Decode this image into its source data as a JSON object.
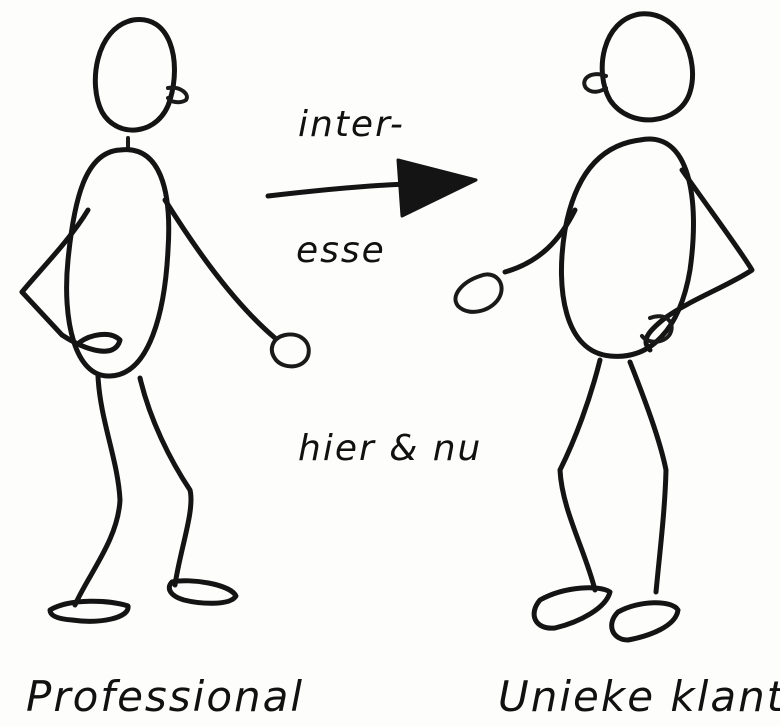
{
  "labels": {
    "inter": "inter-",
    "esse": "esse",
    "here_now": "hier & nu",
    "left_figure": "Professional",
    "right_figure": "Unieke klant"
  },
  "colors": {
    "ink": "#141414",
    "paper": "#fdfdfc"
  },
  "icons": {
    "left": "stick-figure",
    "right": "stick-figure",
    "arrow": "arrow-right"
  }
}
